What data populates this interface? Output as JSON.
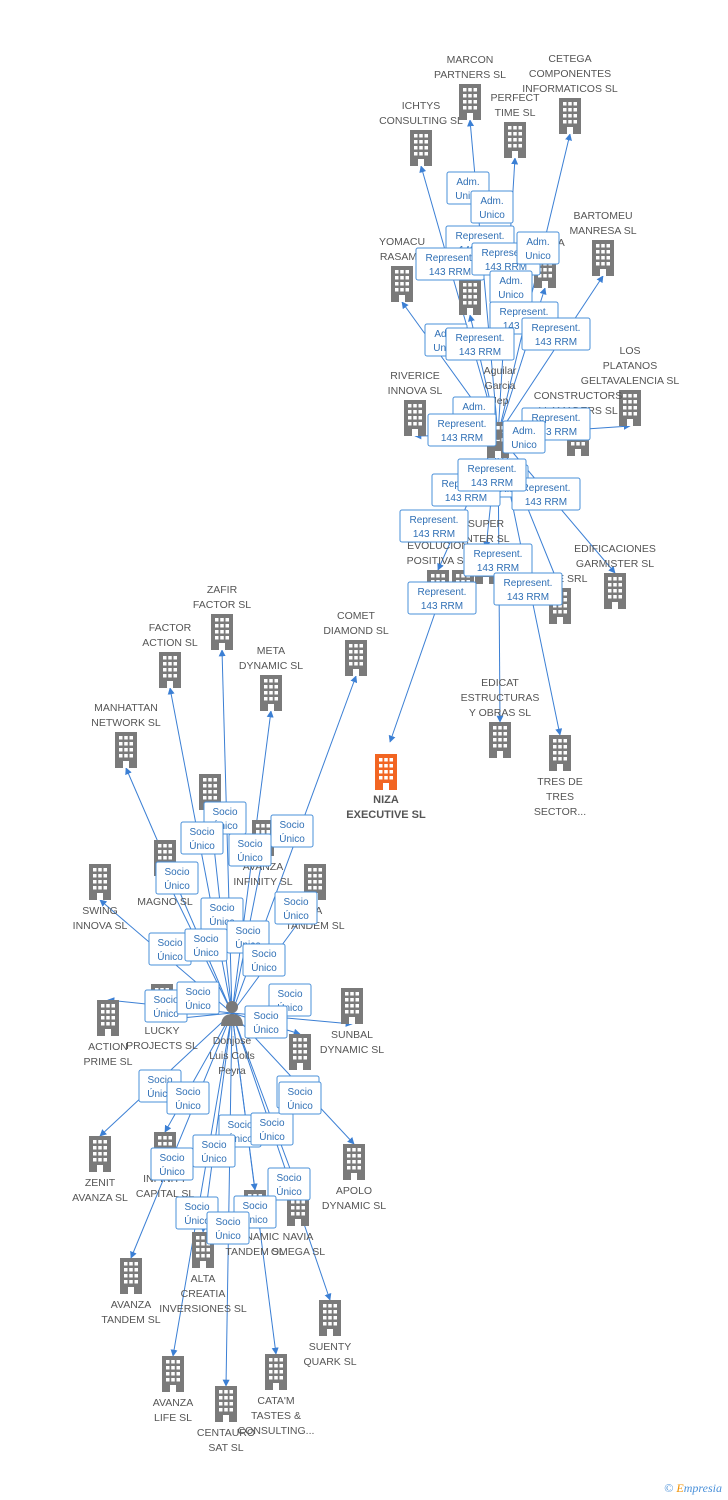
{
  "main_company": {
    "label": [
      "NIZA",
      "EXECUTIVE SL"
    ],
    "color": "#f26522"
  },
  "person": {
    "label": [
      "Donjose",
      "Luis Colls",
      "Peyra"
    ]
  },
  "upper_person": {
    "label": [
      "Aguilar",
      "Garcia",
      "Jep"
    ]
  },
  "companies": [
    {
      "id": "marcon",
      "label": [
        "MARCON",
        "PARTNERS SL"
      ]
    },
    {
      "id": "cetega",
      "label": [
        "CETEGA",
        "COMPONENTES",
        "INFORMATICOS SL"
      ]
    },
    {
      "id": "perfect",
      "label": [
        "PERFECT",
        "TIME SL"
      ]
    },
    {
      "id": "ichtys",
      "label": [
        "ICHTYS",
        "CONSULTING SL"
      ]
    },
    {
      "id": "innova",
      "label": [
        "INNOVA"
      ]
    },
    {
      "id": "bartomeu",
      "label": [
        "BARTOMEU",
        "MANRESA SL"
      ]
    },
    {
      "id": "yomacu",
      "label": [
        "YOMACU",
        "RASAMA"
      ]
    },
    {
      "id": "mid1",
      "label": []
    },
    {
      "id": "los_platanos",
      "label": [
        "LOS",
        "PLATANOS",
        "GELTAVALENCIA SL"
      ]
    },
    {
      "id": "constructors",
      "label": [
        "CONSTRUCTORS",
        "LLAMADERS SL"
      ]
    },
    {
      "id": "riverice",
      "label": [
        "RIVERICE",
        "INNOVA SL"
      ]
    },
    {
      "id": "evolucion",
      "label": [
        "EVOLUCION",
        "POSITIVA SL"
      ]
    },
    {
      "id": "super",
      "label": [
        "SUPER",
        "INTER SL"
      ]
    },
    {
      "id": "home",
      "label": [
        "HOME SRL"
      ]
    },
    {
      "id": "edificaciones",
      "label": [
        "EDIFICACIONES",
        "GARMISTER SL"
      ]
    },
    {
      "id": "edicat",
      "label": [
        "EDICAT",
        "ESTRUCTURAS",
        "Y OBRAS SL"
      ]
    },
    {
      "id": "tres",
      "label": [
        "TRES DE",
        "TRES",
        "SECTOR..."
      ]
    },
    {
      "id": "comet",
      "label": [
        "COMET",
        "DIAMOND SL"
      ]
    },
    {
      "id": "zafir",
      "label": [
        "ZAFIR",
        "FACTOR SL"
      ]
    },
    {
      "id": "factor",
      "label": [
        "FACTOR",
        "ACTION SL"
      ]
    },
    {
      "id": "meta",
      "label": [
        "META",
        "DYNAMIC SL"
      ]
    },
    {
      "id": "manhattan",
      "label": [
        "MANHATTAN",
        "NETWORK SL"
      ]
    },
    {
      "id": "swing",
      "label": [
        "SWING",
        "INNOVA SL"
      ]
    },
    {
      "id": "ke",
      "label": [
        "KE",
        "MAGNO SL"
      ]
    },
    {
      "id": "avanza_inf",
      "label": [
        "AVANZA",
        "INFINITY SL"
      ]
    },
    {
      "id": "tandem_da",
      "label": [
        "DA",
        "TANDEM SL"
      ]
    },
    {
      "id": "action",
      "label": [
        "ACTION",
        "PRIME SL"
      ]
    },
    {
      "id": "lucky",
      "label": [
        "LUCKY",
        "PROJECTS SL"
      ]
    },
    {
      "id": "sunbal",
      "label": [
        "SUNBAL",
        "DYNAMIC SL"
      ]
    },
    {
      "id": "dy",
      "label": [
        "DY",
        "SL"
      ]
    },
    {
      "id": "zenit",
      "label": [
        "ZENIT",
        "AVANZA SL"
      ]
    },
    {
      "id": "infinity_cap",
      "label": [
        "INFINITY",
        "CAPITAL SL"
      ]
    },
    {
      "id": "apolo",
      "label": [
        "APOLO",
        "DYNAMIC SL"
      ]
    },
    {
      "id": "navia",
      "label": [
        "NAVIA",
        "OMEGA SL"
      ]
    },
    {
      "id": "dynamic_tandem",
      "label": [
        "DYNAMIC",
        "TANDEM SL"
      ]
    },
    {
      "id": "alta",
      "label": [
        "ALTA",
        "CREATIA",
        "INVERSIONES SL"
      ]
    },
    {
      "id": "avanza_tandem",
      "label": [
        "AVANZA",
        "TANDEM SL"
      ]
    },
    {
      "id": "suenty",
      "label": [
        "SUENTY",
        "QUARK SL"
      ]
    },
    {
      "id": "avanza_life",
      "label": [
        "AVANZA",
        "LIFE SL"
      ]
    },
    {
      "id": "centauro",
      "label": [
        "CENTAURO",
        "SAT SL"
      ]
    },
    {
      "id": "catam",
      "label": [
        "CATA'M",
        "TASTES &",
        "CONSULTING..."
      ]
    },
    {
      "id": "extra1",
      "label": []
    },
    {
      "id": "extra2",
      "label": []
    },
    {
      "id": "extra3",
      "label": []
    }
  ],
  "edge_labels": [
    [
      "Adm.",
      "Unico"
    ],
    [
      "Adm.",
      "Unico"
    ],
    [
      "Represent.",
      "143 RRM"
    ],
    [
      "Represent.",
      "143 RRM"
    ],
    [
      "Represent.",
      "143 RRM"
    ],
    [
      "Adm.",
      "Unico"
    ],
    [
      "Adm.",
      "Unico"
    ],
    [
      "Represent.",
      "143 RRM"
    ],
    [
      "Adm.",
      "Unico"
    ],
    [
      "Represent.",
      "143 RRM"
    ],
    [
      "Represent.",
      "143 RRM"
    ],
    [
      "Adm.",
      "Unico"
    ],
    [
      "Represent.",
      "143 RRM"
    ],
    [
      "Represent.",
      "143 RRM"
    ],
    [
      "Adm.",
      "Unico"
    ],
    [
      "Represent.",
      "143 RRM"
    ],
    [
      "Represent.",
      "143 RRM"
    ],
    [
      "Represent.",
      "143 RRM"
    ],
    [
      "Represent.",
      "143 RRM"
    ],
    [
      "Represent.",
      "143 RRM"
    ],
    [
      "Represent.",
      "143 RRM"
    ],
    [
      "Represent.",
      "143 RRM"
    ],
    [
      "Represent.",
      "143 RRM"
    ],
    [
      "Socio",
      "Único"
    ],
    [
      "Socio",
      "Único"
    ],
    [
      "Socio",
      "Único"
    ],
    [
      "Socio",
      "Único"
    ],
    [
      "Socio",
      "Único"
    ],
    [
      "Socio",
      "Único"
    ],
    [
      "Socio",
      "Único"
    ],
    [
      "Socio",
      "Único"
    ],
    [
      "Socio",
      "Único"
    ],
    [
      "Socio",
      "Único"
    ],
    [
      "Socio",
      "Único"
    ],
    [
      "Socio",
      "Único"
    ],
    [
      "Socio",
      "Único"
    ],
    [
      "Socio",
      "Único"
    ],
    [
      "Socio",
      "Único"
    ],
    [
      "Socio",
      "Único"
    ],
    [
      "Socio",
      "Único"
    ],
    [
      "Socio",
      "Único"
    ],
    [
      "Socio",
      "Único"
    ],
    [
      "Socio",
      "Único"
    ],
    [
      "Socio",
      "Único"
    ],
    [
      "Socio",
      "Único"
    ],
    [
      "Socio",
      "Único"
    ],
    [
      "Socio",
      "Único"
    ],
    [
      "Socio",
      "Único"
    ],
    [
      "Socio",
      "Único"
    ],
    [
      "Socio",
      "Único"
    ]
  ],
  "colors": {
    "edge": "#3b7fd4",
    "node": "#7a7a7a",
    "highlight": "#f26522"
  },
  "icons": {
    "company": "building-icon",
    "person": "person-icon"
  },
  "brand": {
    "copyright": "©",
    "first": "E",
    "rest": "mpresia"
  }
}
